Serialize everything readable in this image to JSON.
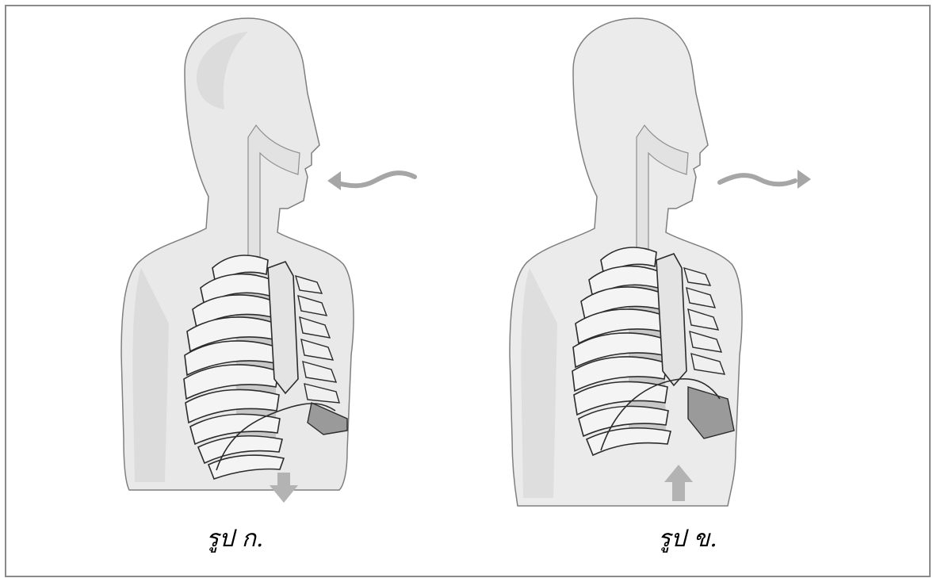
{
  "figures": [
    {
      "id": "inhale",
      "caption": "รูป ก.",
      "air_flow_direction": "in",
      "diaphragm_movement": "down"
    },
    {
      "id": "exhale",
      "caption": "รูป ข.",
      "air_flow_direction": "out",
      "diaphragm_movement": "up"
    }
  ],
  "colors": {
    "frame_border": "#8a8a8a",
    "body_fill": "#e9e9e9",
    "body_shade": "#dcdcdc",
    "body_outline": "#7f7f7f",
    "lung_fill": "#c8c8c8",
    "diaphragm_fill": "#9a9a9a",
    "arrow": "#a6a6a6",
    "rib_outline": "#2b2b2b",
    "rib_fill": "#f4f4f4"
  }
}
